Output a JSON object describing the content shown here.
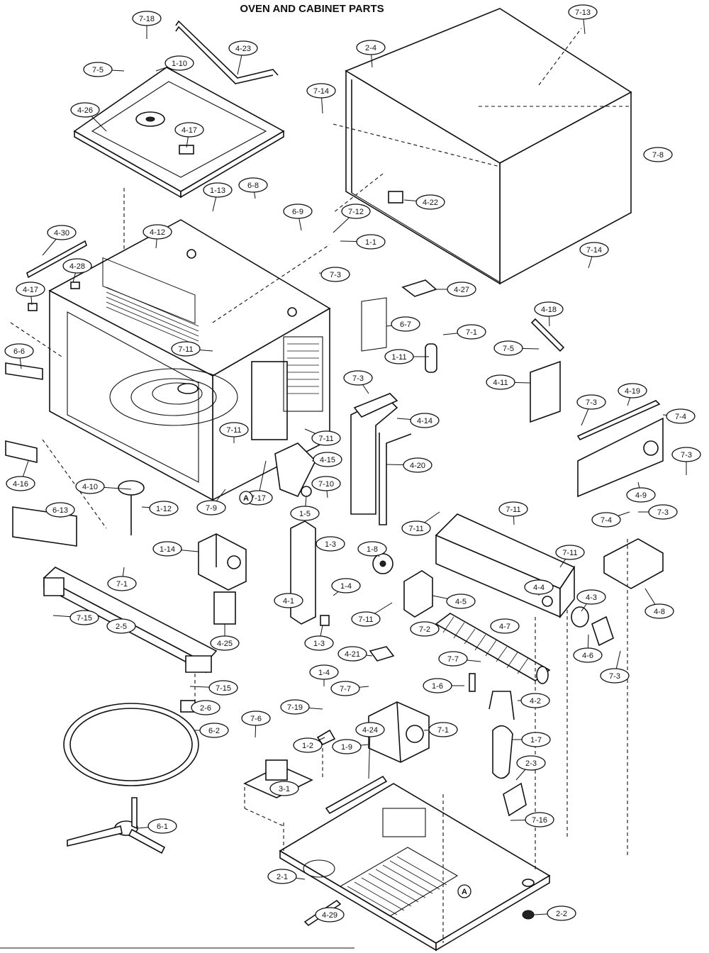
{
  "title": "OVEN AND CABINET PARTS",
  "reference_marks": [
    "A",
    "A"
  ],
  "callouts": [
    "7-18",
    "4-23",
    "7-5",
    "1-10",
    "4-26",
    "4-17",
    "2-4",
    "7-13",
    "7-14",
    "7-8",
    "4-22",
    "7-14",
    "1-13",
    "6-8",
    "6-9",
    "7-12",
    "1-1",
    "4-30",
    "4-12",
    "4-28",
    "7-3",
    "4-27",
    "4-17",
    "6-7",
    "7-1",
    "4-18",
    "7-5",
    "1-11",
    "7-11",
    "6-6",
    "7-3",
    "4-11",
    "7-3",
    "4-19",
    "4-14",
    "7-4",
    "7-3",
    "4-20",
    "7-11",
    "4-15",
    "4-16",
    "7-11",
    "7-10",
    "4-10",
    "7-9",
    "7-17",
    "4-9",
    "1-12",
    "1-5",
    "6-13",
    "7-11",
    "7-11",
    "7-4",
    "7-3",
    "1-3",
    "1-14",
    "1-8",
    "7-11",
    "7-1",
    "1-4",
    "4-4",
    "4-8",
    "4-1",
    "4-5",
    "4-3",
    "7-11",
    "7-15",
    "2-5",
    "1-3",
    "7-2",
    "4-7",
    "4-25",
    "4-6",
    "7-3",
    "4-21",
    "7-7",
    "1-4",
    "1-6",
    "7-7",
    "7-15",
    "4-2",
    "2-6",
    "6-2",
    "7-19",
    "7-1",
    "7-6",
    "1-2",
    "1-9",
    "1-7",
    "2-3",
    "4-24",
    "3-1",
    "7-16",
    "6-1",
    "2-1",
    "2-2",
    "4-29"
  ]
}
